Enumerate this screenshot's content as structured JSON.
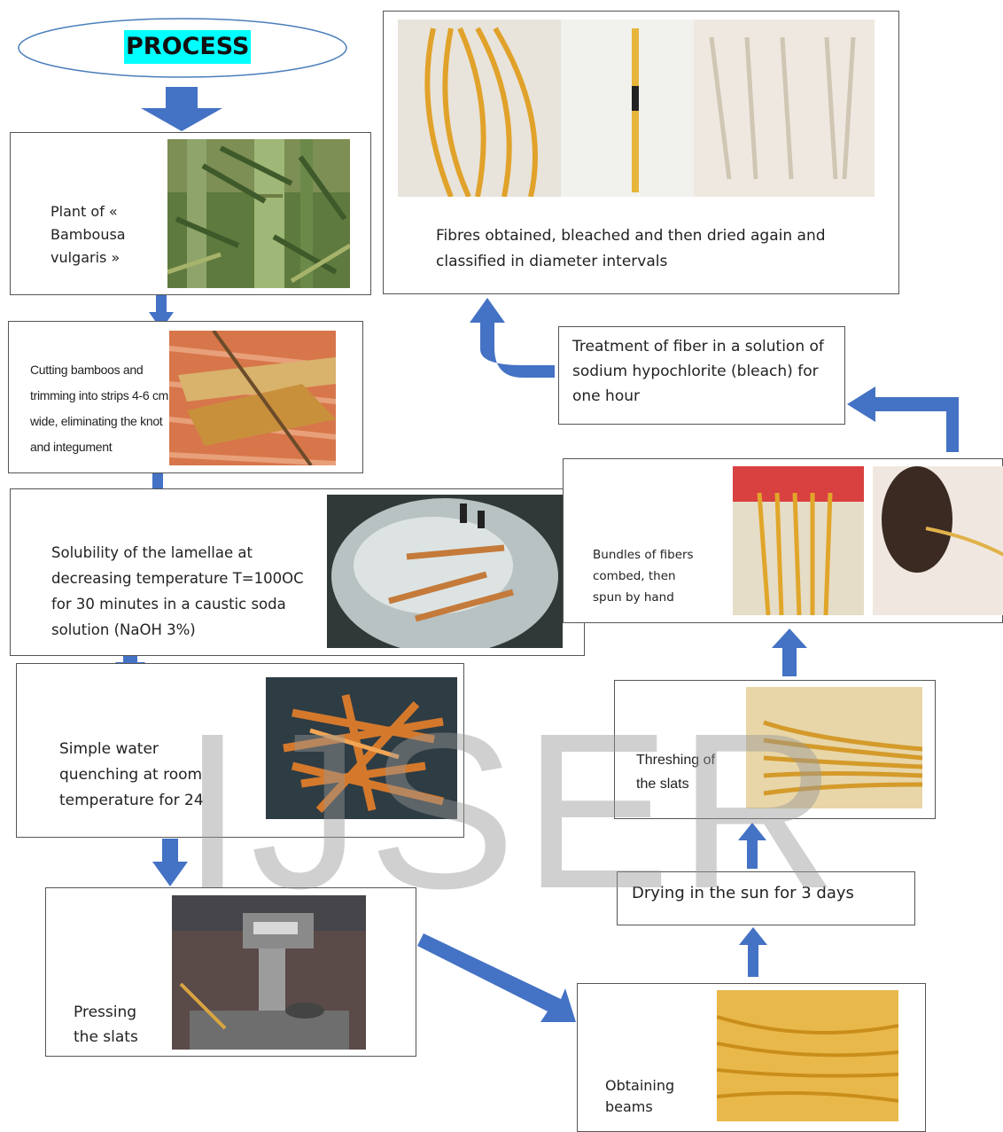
{
  "header": {
    "title": "PROCESS",
    "highlight_color": "#00ffff",
    "ellipse_color": "#4a7ebb"
  },
  "steps": {
    "plant": "Plant of « Bambousa vulgaris »",
    "cutting": "Cutting bamboos and trimming into strips 4-6 cm wide, eliminating the knot and integument",
    "solubility": "Solubility of the lamellae at decreasing temperature T=100OC for 30 minutes in a caustic soda solution (NaOH 3%)",
    "quenching": "Simple water quenching at room temperature for 24",
    "pressing": "Pressing the slats",
    "beams": "Obtaining beams",
    "drying": "Drying in the sun for 3 days",
    "threshing": "Threshing of the slats",
    "bundles": "Bundles of fibers combed, then spun by hand",
    "treatment": "Treatment of fiber in a solution of sodium hypochlorite (bleach) for one hour",
    "fibres": "Fibres obtained, bleached and then dried again and classified in diameter intervals"
  },
  "watermark": "IJSER",
  "colors": {
    "arrow": "#4472c4",
    "box_border": "#555555"
  },
  "icons": [
    "bamboo-plant-photo",
    "bamboo-strips-photo",
    "caustic-soda-bath-photo",
    "quenching-photo",
    "press-machine-photo",
    "beams-photo",
    "threshed-fibres-photo",
    "combing-photo",
    "spinning-photo",
    "fibres-dyed-photo",
    "fibres-pale-photo",
    "fibres-bundles-photo"
  ]
}
